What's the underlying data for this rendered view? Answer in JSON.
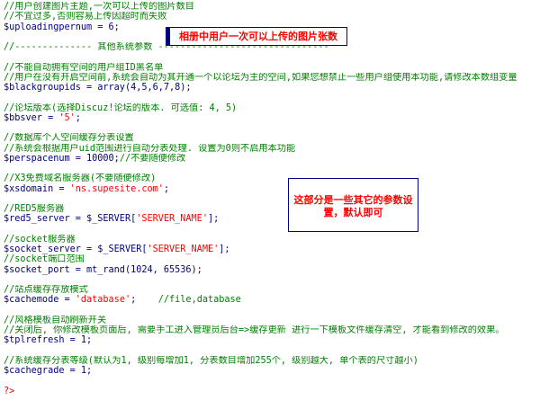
{
  "code_lines": [
    {
      "parts": [
        {
          "t": "//用户创建图片主题,一次可以上传的图片数目",
          "c": "c-comment"
        }
      ]
    },
    {
      "parts": [
        {
          "t": "//不宜过多,否则容易上传因超时而失败",
          "c": "c-comment"
        }
      ]
    },
    {
      "parts": [
        {
          "t": "$uploadingpernum",
          "c": "c-var"
        },
        {
          "t": " = 6;",
          "c": "c-op"
        }
      ]
    },
    {
      "parts": [
        {
          "t": "",
          "c": "c-op"
        }
      ]
    },
    {
      "parts": [
        {
          "t": "//-------------- 其他系统参数 -------------------------------",
          "c": "c-comment"
        }
      ]
    },
    {
      "parts": [
        {
          "t": "",
          "c": "c-op"
        }
      ]
    },
    {
      "parts": [
        {
          "t": "//不能自动拥有空间的用户组ID黑名单",
          "c": "c-comment"
        }
      ]
    },
    {
      "parts": [
        {
          "t": "//用户在没有开启空间前,系统会自动为其开通一个以论坛为主的空间,如果您想禁止一些用户组使用本功能,请修改本数组变量",
          "c": "c-comment"
        }
      ]
    },
    {
      "parts": [
        {
          "t": "$blackgroupids",
          "c": "c-var"
        },
        {
          "t": " = array(4,5,6,7,8);",
          "c": "c-op"
        }
      ]
    },
    {
      "parts": [
        {
          "t": "",
          "c": "c-op"
        }
      ]
    },
    {
      "parts": [
        {
          "t": "//论坛版本(选择Discuz!论坛的版本. 可选值: 4, 5)",
          "c": "c-comment"
        }
      ]
    },
    {
      "parts": [
        {
          "t": "$bbsver",
          "c": "c-var"
        },
        {
          "t": " = ",
          "c": "c-op"
        },
        {
          "t": "'5'",
          "c": "c-str"
        },
        {
          "t": ";",
          "c": "c-op"
        }
      ]
    },
    {
      "parts": [
        {
          "t": "",
          "c": "c-op"
        }
      ]
    },
    {
      "parts": [
        {
          "t": "//数据库个人空间缓存分表设置",
          "c": "c-comment"
        }
      ]
    },
    {
      "parts": [
        {
          "t": "//系统会根据用户uid范围进行自动分表处理. 设置为0则不启用本功能",
          "c": "c-comment"
        }
      ]
    },
    {
      "parts": [
        {
          "t": "$perspacenum",
          "c": "c-var"
        },
        {
          "t": " = 10000;",
          "c": "c-op"
        },
        {
          "t": "//不要随便修改",
          "c": "c-comment"
        }
      ]
    },
    {
      "parts": [
        {
          "t": "",
          "c": "c-op"
        }
      ]
    },
    {
      "parts": [
        {
          "t": "//X3免费域名服务器(不要随便修改)",
          "c": "c-comment"
        }
      ]
    },
    {
      "parts": [
        {
          "t": "$xsdomain",
          "c": "c-var"
        },
        {
          "t": " = ",
          "c": "c-op"
        },
        {
          "t": "'ns.supesite.com'",
          "c": "c-str"
        },
        {
          "t": ";",
          "c": "c-op"
        }
      ]
    },
    {
      "parts": [
        {
          "t": "",
          "c": "c-op"
        }
      ]
    },
    {
      "parts": [
        {
          "t": "//RED5服务器",
          "c": "c-comment"
        }
      ]
    },
    {
      "parts": [
        {
          "t": "$red5_server",
          "c": "c-var"
        },
        {
          "t": " = $_SERVER[",
          "c": "c-op"
        },
        {
          "t": "'SERVER_NAME'",
          "c": "c-str"
        },
        {
          "t": "];",
          "c": "c-op"
        }
      ]
    },
    {
      "parts": [
        {
          "t": "",
          "c": "c-op"
        }
      ]
    },
    {
      "parts": [
        {
          "t": "//socket服务器",
          "c": "c-comment"
        }
      ]
    },
    {
      "parts": [
        {
          "t": "$socket_server",
          "c": "c-var"
        },
        {
          "t": " = $_SERVER[",
          "c": "c-op"
        },
        {
          "t": "'SERVER_NAME'",
          "c": "c-str"
        },
        {
          "t": "];",
          "c": "c-op"
        }
      ]
    },
    {
      "parts": [
        {
          "t": "//socket端口范围",
          "c": "c-comment"
        }
      ]
    },
    {
      "parts": [
        {
          "t": "$socket_port",
          "c": "c-var"
        },
        {
          "t": " = mt_rand(1024, 65536);",
          "c": "c-op"
        }
      ]
    },
    {
      "parts": [
        {
          "t": "",
          "c": "c-op"
        }
      ]
    },
    {
      "parts": [
        {
          "t": "//站点缓存存放模式",
          "c": "c-comment"
        }
      ]
    },
    {
      "parts": [
        {
          "t": "$cachemode",
          "c": "c-var"
        },
        {
          "t": " = ",
          "c": "c-op"
        },
        {
          "t": "'database'",
          "c": "c-str"
        },
        {
          "t": ";    ",
          "c": "c-op"
        },
        {
          "t": "//file,database",
          "c": "c-comment"
        }
      ]
    },
    {
      "parts": [
        {
          "t": "",
          "c": "c-op"
        }
      ]
    },
    {
      "parts": [
        {
          "t": "//风格模板自动刷新开关",
          "c": "c-comment"
        }
      ]
    },
    {
      "parts": [
        {
          "t": "//关闭后, 你修改模板页面后, 需要手工进入管理员后台=>缓存更新 进行一下模板文件缓存清空, 才能看到修改的效果。",
          "c": "c-comment"
        }
      ]
    },
    {
      "parts": [
        {
          "t": "$tplrefresh",
          "c": "c-var"
        },
        {
          "t": " = 1;",
          "c": "c-op"
        }
      ]
    },
    {
      "parts": [
        {
          "t": "",
          "c": "c-op"
        }
      ]
    },
    {
      "parts": [
        {
          "t": "//系统缓存分表等级(默认为1, 级别每增加1, 分表数目增加255个, 级别越大, 单个表的尺寸越小)",
          "c": "c-comment"
        }
      ]
    },
    {
      "parts": [
        {
          "t": "$cachegrade",
          "c": "c-var"
        },
        {
          "t": " = 1;",
          "c": "c-op"
        }
      ]
    },
    {
      "parts": [
        {
          "t": "",
          "c": "c-op"
        }
      ]
    },
    {
      "parts": [
        {
          "t": "?>",
          "c": "c-kw"
        }
      ]
    }
  ],
  "callouts": {
    "upload_note": "相册中用户一次可以上传的图片张数",
    "other_params_note": "这部分是一些其它的参数设置，默认即可"
  },
  "colors": {
    "comment": "#008000",
    "variable": "#000080",
    "string": "#ff0000",
    "callout_text": "#ff0000",
    "callout_border": "#000080"
  }
}
